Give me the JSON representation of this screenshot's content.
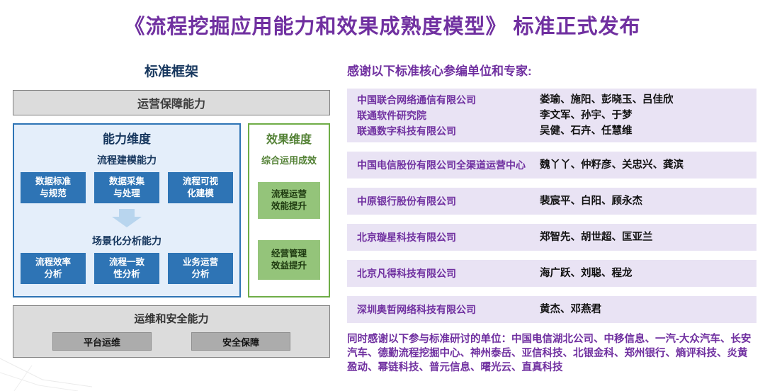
{
  "title": "《流程挖掘应用能力和效果成熟度模型》 标准正式发布",
  "framework": {
    "heading": "标准框架",
    "operation_bar": "运营保障能力",
    "capability_dimension": {
      "title": "能力维度",
      "modeling_title": "流程建模能力",
      "modeling_items": [
        "数据标准与规范",
        "数据采集与处理",
        "流程可视化建模"
      ],
      "analysis_title": "场景化分析能力",
      "analysis_items": [
        "流程效率分析",
        "流程一致性分析",
        "业务运营分析"
      ]
    },
    "effect_dimension": {
      "title": "效果维度",
      "subtitle": "综合运用成效",
      "items": [
        "流程运营效能提升",
        "经营管理效益提升"
      ]
    },
    "ops_security": {
      "title": "运维和安全能力",
      "items": [
        "平台运维",
        "安全保障"
      ]
    }
  },
  "acknowledgement": {
    "heading": "感谢以下标准核心参编单位和专家:",
    "rows": [
      {
        "companies": [
          "中国联合网络通信有限公司",
          "联通软件研究院",
          "联通数字科技有限公司"
        ],
        "experts": [
          "娄瑜、施阳、彭晓玉、吕佳欣",
          "李文军、孙宇、于梦",
          "吴健、石卉、任慧维"
        ]
      },
      {
        "companies": [
          "中国电信股份有限公司全渠道运营中心"
        ],
        "experts": [
          "魏丫丫、仲籽彦、关忠兴、龚滨"
        ]
      },
      {
        "companies": [
          "中原银行股份有限公司"
        ],
        "experts": [
          "裴宸平、白阳、顾永杰"
        ]
      },
      {
        "companies": [
          "北京璇星科技有限公司"
        ],
        "experts": [
          "郑智先、胡世超、匡亚兰"
        ]
      },
      {
        "companies": [
          "北京凡得科技有限公司"
        ],
        "experts": [
          "海广跃、刘聪、程龙"
        ]
      },
      {
        "companies": [
          "深圳奥哲网络科技有限公司"
        ],
        "experts": [
          "黄杰、邓燕君"
        ]
      }
    ],
    "footer": "同时感谢以下参与标准研讨的单位：中国电信湖北公司、中移信息、一汽-大众汽车、长安汽车、德勤流程挖掘中心、神州泰岳、亚信科技、北银金科、郑州银行、熵评科技、炎黄盈动、幂链科技、普元信息、曙光云、直真科技"
  },
  "colors": {
    "accent_purple": "#7030a0",
    "row_lavender": "#e9e3f4",
    "blue": "#2e74b5",
    "light_blue_fill": "#e4eefa",
    "navy_text": "#17375e",
    "green_border": "#6fad47",
    "green_fill": "#94c47a",
    "gray_bar": "#dcdcdc"
  }
}
